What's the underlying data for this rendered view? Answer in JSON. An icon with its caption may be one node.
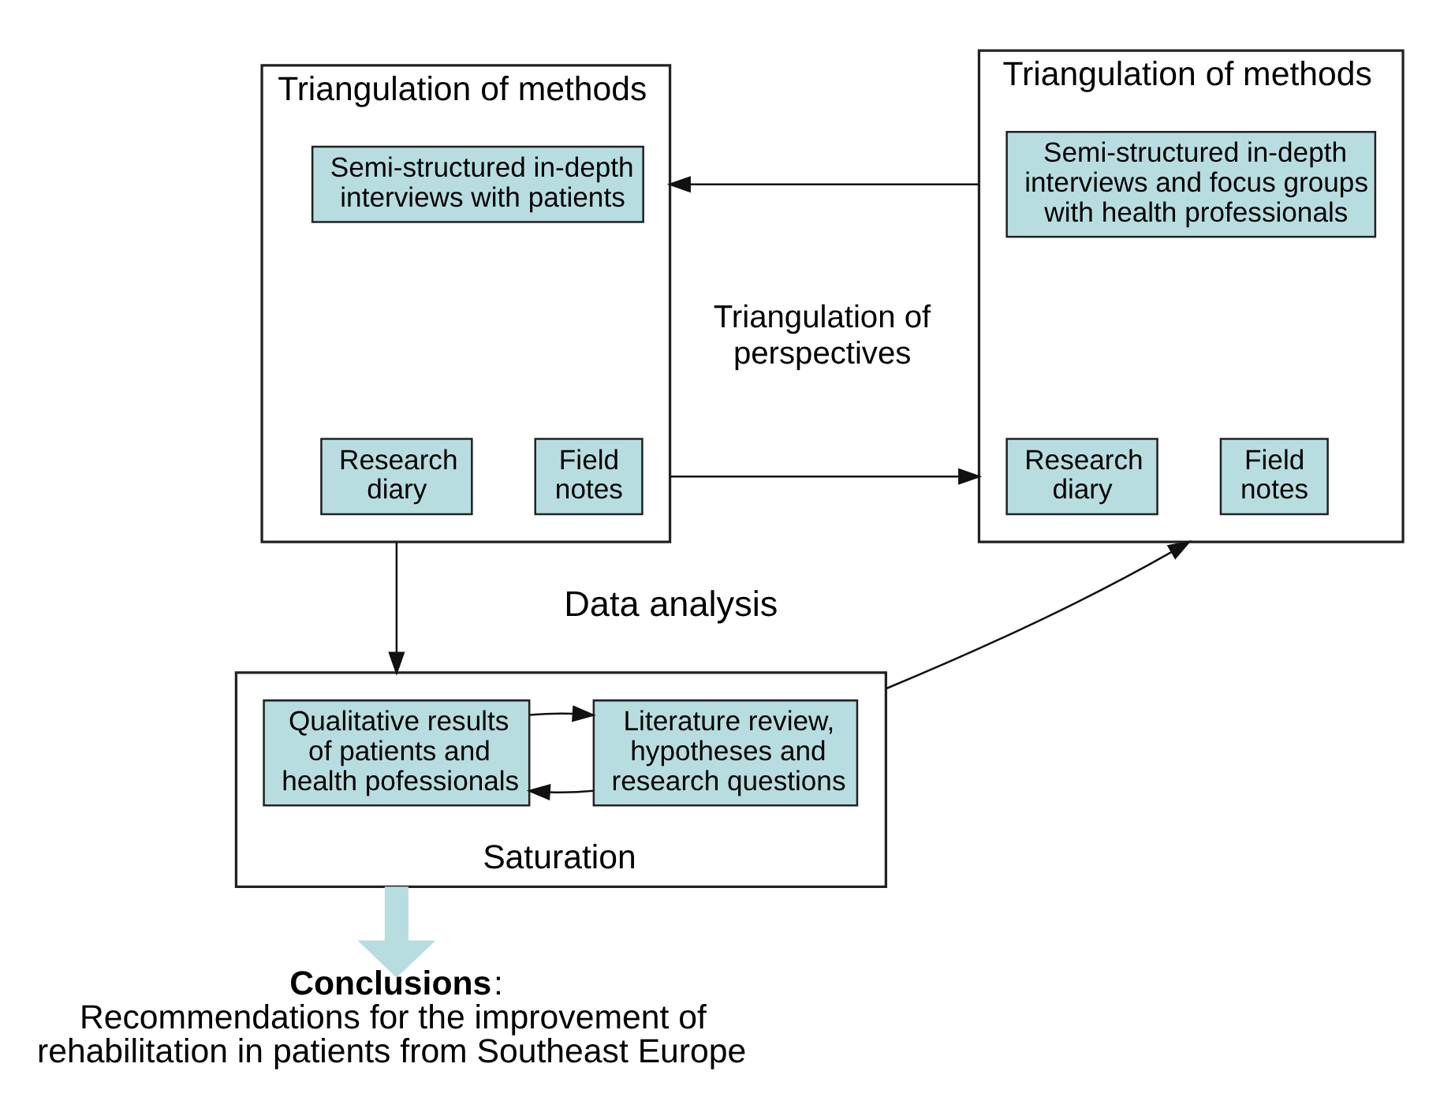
{
  "diagram": {
    "nodes": [
      {
        "text": [
          "Triangulation of methods"
        ]
      },
      {
        "text": [
          "Semi-structured in-depth interviews with patients"
        ],
        "in": 0
      },
      {
        "text": [
          "Research diary"
        ],
        "in": 0
      },
      {
        "text": [
          "Field notes"
        ],
        "in": 0
      },
      {
        "text": [
          "Triangulation of methods"
        ]
      },
      {
        "text": [
          "Semi-structured in-depth interviews and focus groups with health professionals"
        ],
        "in": 4
      },
      {
        "text": [
          "Research diary"
        ],
        "in": 4
      },
      {
        "text": [
          "Field notes"
        ],
        "in": 4
      },
      {
        "text": [
          "Saturation"
        ]
      },
      {
        "text": [
          "Qualitative results of patients and health pofessionals"
        ],
        "in": 8
      },
      {
        "text": [
          "Literature review, hypotheses and research questions"
        ],
        "in": 8
      },
      {
        "text": [
          "**Conclusions**:",
          "Recommendations for the improvement of rehabilitation in patients from Southeast Europe"
        ]
      }
    ],
    "edges": [
      {
        "from": 4,
        "to": 0,
        "arrow": "to"
      },
      {
        "from": 0,
        "to": 4,
        "arrow": "to"
      },
      {
        "from": 0,
        "to": 8,
        "arrow": "to"
      },
      {
        "from": 8,
        "to": 4,
        "arrow": "to"
      },
      {
        "from": 10,
        "to": 9,
        "arrow": "to"
      },
      {
        "from": 9,
        "to": 10,
        "arrow": "to"
      },
      {
        "from": 8,
        "to": 11,
        "arrow": "to",
        "style": "thick",
        "color": "#b7dde0"
      }
    ],
    "labels": [
      "Triangulation of perspectives",
      "Data analysis"
    ]
  }
}
